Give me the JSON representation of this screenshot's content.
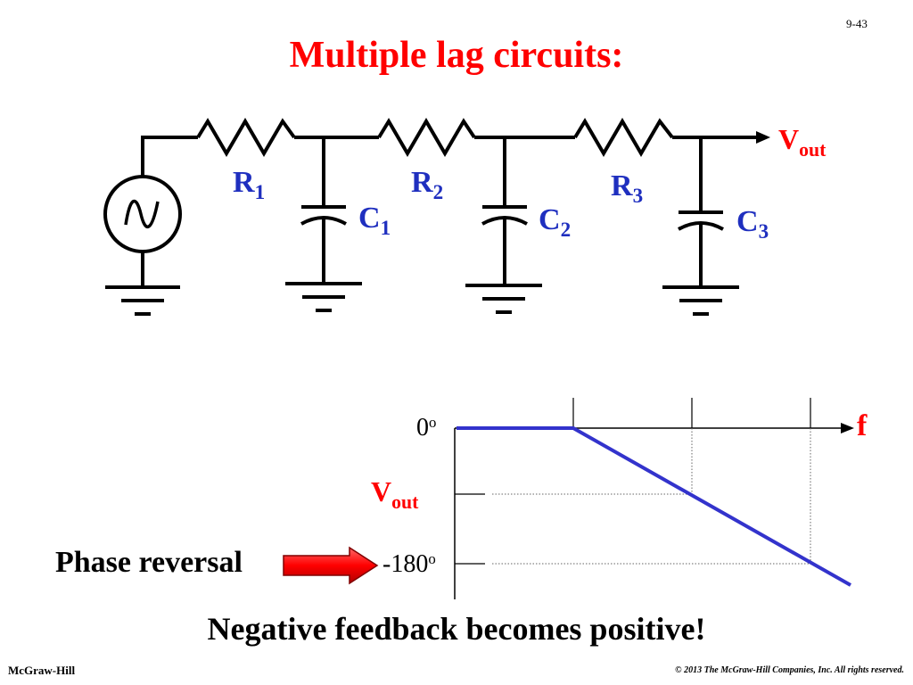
{
  "slide": {
    "page_number": "9-43",
    "title": "Multiple lag circuits:",
    "conclusion": "Negative feedback becomes positive!",
    "footer_left": "McGraw-Hill",
    "footer_right": "© 2013 The McGraw-Hill Companies, Inc. All rights reserved."
  },
  "circuit": {
    "resistors": [
      {
        "base": "R",
        "sub": "1"
      },
      {
        "base": "R",
        "sub": "2"
      },
      {
        "base": "R",
        "sub": "3"
      }
    ],
    "capacitors": [
      {
        "base": "C",
        "sub": "1"
      },
      {
        "base": "C",
        "sub": "2"
      },
      {
        "base": "C",
        "sub": "3"
      }
    ],
    "output": {
      "base": "V",
      "sub": "out"
    },
    "source_icon": "ac-source-icon",
    "ground_icon": "ground-icon",
    "wire_color": "#000000",
    "label_color": "#1f2fbf",
    "accent_color": "#ff0000"
  },
  "phase_plot": {
    "y_top_label": {
      "base": "0",
      "sup": "o"
    },
    "y_bottom_label": {
      "base": "-180",
      "sup": "o"
    },
    "y_axis_label": {
      "base": "V",
      "sub": "out"
    },
    "x_axis_label": "f",
    "curve_color": "#3333cc",
    "breakpoints": 3
  },
  "phase_reversal": {
    "label": "Phase reversal",
    "arrow_icon": "red-arrow-icon",
    "arrow_color": "#ff0000"
  }
}
